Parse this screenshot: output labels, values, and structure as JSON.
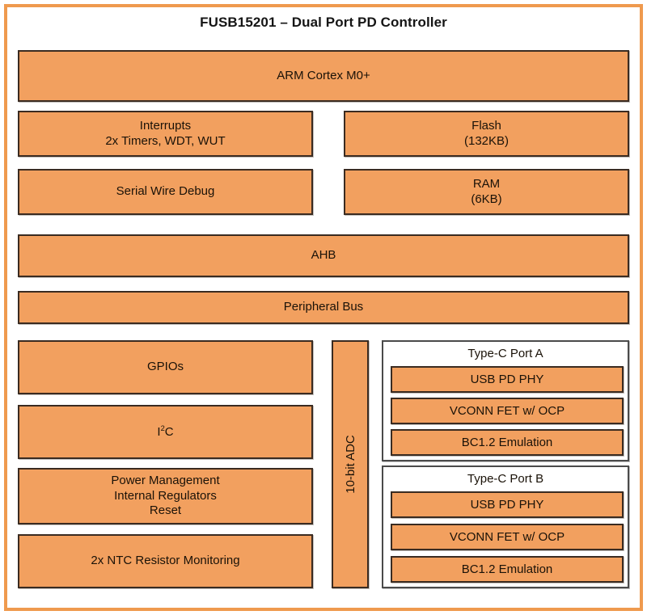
{
  "diagram": {
    "title": "FUSB15201 – Dual Port PD Controller",
    "frame_color": "#ef9a4e",
    "block_fill": "#f2a05f",
    "block_border": "#3a2b21",
    "panel_border": "#4a4a4a",
    "background": "#ffffff"
  },
  "blocks": {
    "cpu": "ARM Cortex M0+",
    "interrupts_line1": "Interrupts",
    "interrupts_line2": "2x Timers, WDT, WUT",
    "flash_line1": "Flash",
    "flash_line2": "(132KB)",
    "swd": "Serial Wire Debug",
    "ram_line1": "RAM",
    "ram_line2": "(6KB)",
    "ahb": "AHB",
    "peripheral_bus": "Peripheral Bus",
    "gpios": "GPIOs",
    "i2c_prefix": "I",
    "i2c_sup": "2",
    "i2c_suffix": "C",
    "power_line1": "Power Management",
    "power_line2": "Internal Regulators",
    "power_line3": "Reset",
    "ntc": "2x NTC Resistor Monitoring",
    "adc": "10-bit ADC"
  },
  "ports": [
    {
      "title": "Type-C Port A",
      "items": [
        "USB PD PHY",
        "VCONN FET w/ OCP",
        "BC1.2 Emulation"
      ]
    },
    {
      "title": "Type-C Port B",
      "items": [
        "USB PD PHY",
        "VCONN FET w/ OCP",
        "BC1.2 Emulation"
      ]
    }
  ]
}
